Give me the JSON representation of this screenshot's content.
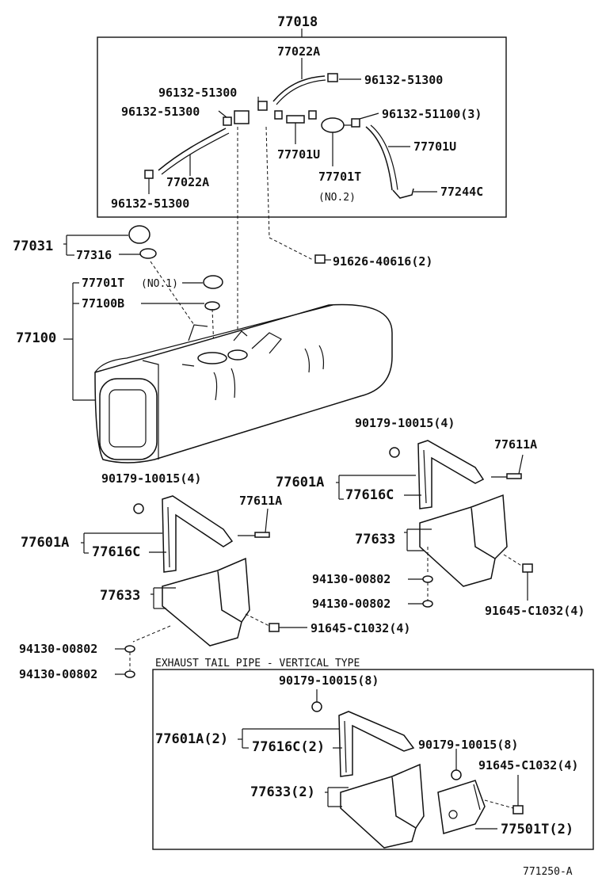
{
  "labels": {
    "l77018": "77018",
    "l77022A_top": "77022A",
    "l96132_51300_a": "96132-51300",
    "l96132_51300_b": "96132-51300",
    "l96132_51300_c": "96132-51300",
    "l96132_51300_d": "96132-51300",
    "l96132_51100": "96132-51100(3)",
    "l77701U_a": "77701U",
    "l77701U_b": "77701U",
    "l77022A_low": "77022A",
    "l77701T": "77701T",
    "lno2": "(NO.2)",
    "l77244C": "77244C",
    "l77031": "77031",
    "l77316": "77316",
    "l91626": "91626-40616(2)",
    "l77701T_no1": "77701T",
    "lno1": "(NO.1)",
    "l77100B": "77100B",
    "l77100": "77100",
    "l90179_r": "90179-10015(4)",
    "l77611A_r": "77611A",
    "l77601A_r": "77601A",
    "l77616C_r": "77616C",
    "l77633_r": "77633",
    "l94130_r1": "94130-00802",
    "l94130_r2": "94130-00802",
    "l91645_r": "91645-C1032(4)",
    "l90179_l": "90179-10015(4)",
    "l77611A_l": "77611A",
    "l77601A_l": "77601A",
    "l77616C_l": "77616C",
    "l77633_l": "77633",
    "l91645_l": "91645-C1032(4)",
    "l94130_l1": "94130-00802",
    "l94130_l2": "94130-00802",
    "exhaust_title": "EXHAUST TAIL PIPE - VERTICAL TYPE",
    "l90179_e1": "90179-10015(8)",
    "l77601A_e": "77601A(2)",
    "l77616C_e": "77616C(2)",
    "l90179_e2": "90179-10015(8)",
    "l91645_e": "91645-C1032(4)",
    "l77633_e": "77633(2)",
    "l77501T_e": "77501T(2)",
    "figure_code": "771250-A"
  }
}
